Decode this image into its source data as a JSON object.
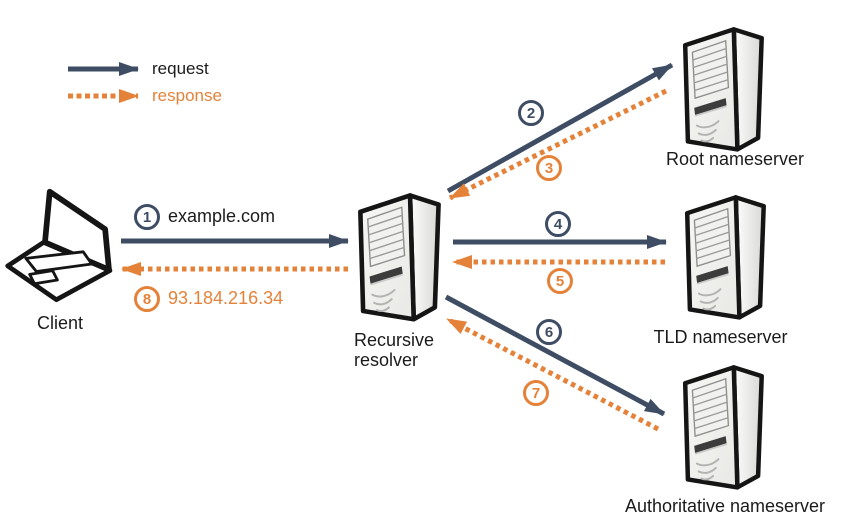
{
  "diagram": {
    "subject": "DNS recursive resolution flow",
    "background": "#ffffff"
  },
  "colors": {
    "request_arrow": "#3e4d63",
    "response_arrow": "#e5823a",
    "label_text": "#1b1b1b"
  },
  "legend": {
    "request_label": "request",
    "response_label": "response"
  },
  "nodes": {
    "client": {
      "label": "Client",
      "icon": "laptop-icon"
    },
    "recursive_resolver": {
      "label": "Recursive resolver",
      "label_line1": "Recursive",
      "label_line2": "resolver",
      "icon": "server-icon"
    },
    "root_nameserver": {
      "label": "Root nameserver",
      "icon": "server-icon"
    },
    "tld_nameserver": {
      "label": "TLD nameserver",
      "icon": "server-icon"
    },
    "authoritative_nameserver": {
      "label": "Authoritative nameserver",
      "icon": "server-icon"
    }
  },
  "steps": [
    {
      "number": "1",
      "type": "request",
      "from": "client",
      "to": "recursive_resolver",
      "annotation": "example.com"
    },
    {
      "number": "2",
      "type": "request",
      "from": "recursive_resolver",
      "to": "root_nameserver",
      "annotation": ""
    },
    {
      "number": "3",
      "type": "response",
      "from": "root_nameserver",
      "to": "recursive_resolver",
      "annotation": ""
    },
    {
      "number": "4",
      "type": "request",
      "from": "recursive_resolver",
      "to": "tld_nameserver",
      "annotation": ""
    },
    {
      "number": "5",
      "type": "response",
      "from": "tld_nameserver",
      "to": "recursive_resolver",
      "annotation": ""
    },
    {
      "number": "6",
      "type": "request",
      "from": "recursive_resolver",
      "to": "authoritative_nameserver",
      "annotation": ""
    },
    {
      "number": "7",
      "type": "response",
      "from": "authoritative_nameserver",
      "to": "recursive_resolver",
      "annotation": ""
    },
    {
      "number": "8",
      "type": "response",
      "from": "recursive_resolver",
      "to": "client",
      "annotation": "93.184.216.34"
    }
  ]
}
